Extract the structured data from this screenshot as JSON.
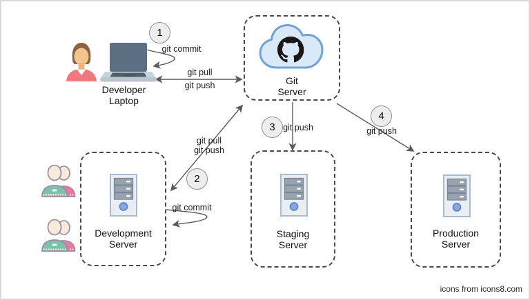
{
  "nodes": {
    "developer_laptop": {
      "line1": "Developer",
      "line2": "Laptop"
    },
    "git_server": {
      "line1": "Git",
      "line2": "Server"
    },
    "development_server": {
      "line1": "Development",
      "line2": "Server"
    },
    "staging_server": {
      "line1": "Staging",
      "line2": "Server"
    },
    "production_server": {
      "line1": "Production",
      "line2": "Server"
    }
  },
  "steps": {
    "s1": {
      "num": "1",
      "label": "git commit"
    },
    "s2": {
      "num": "2",
      "line1": "git pull",
      "line2": "git push"
    },
    "s3": {
      "num": "3",
      "label": "git push"
    },
    "s4": {
      "num": "4",
      "label": "git push"
    }
  },
  "edges": {
    "laptop_git": {
      "line1": "git pull",
      "line2": "git push"
    },
    "dev_commit": {
      "label": "git commit"
    }
  },
  "footer": {
    "credit": "icons from icons8.com"
  },
  "colors": {
    "arrow": "#5a5a5a",
    "box_border": "#4a4a4a",
    "badge_fill": "#ededed",
    "badge_border": "#8f8f8f",
    "text": "#1c1c1c",
    "cloud_fill": "#d9e9f8",
    "cloud_stroke": "#6fa3d6",
    "github_black": "#191717",
    "server_body": "#e9eef5",
    "server_border": "#a9bbd0",
    "drive_fill": "#98a3b0",
    "drive_border": "#7b8794",
    "power_fill": "#83a9e3",
    "power_border": "#5d84c6",
    "laptop_screen": "#5d6f82",
    "laptop_base": "#c7d1d8",
    "laptop_keys": "#4c5f6b",
    "skin": "#f2c58e",
    "hair": "#8d6243",
    "shirt": "#f2787f",
    "team_teal": "#7ac3ab",
    "team_pink": "#ee779f",
    "team_outline": "#a18ba6",
    "team_skin": "#f7ebd9",
    "frame_border": "#d9d9d9",
    "bg": "#ffffff"
  }
}
